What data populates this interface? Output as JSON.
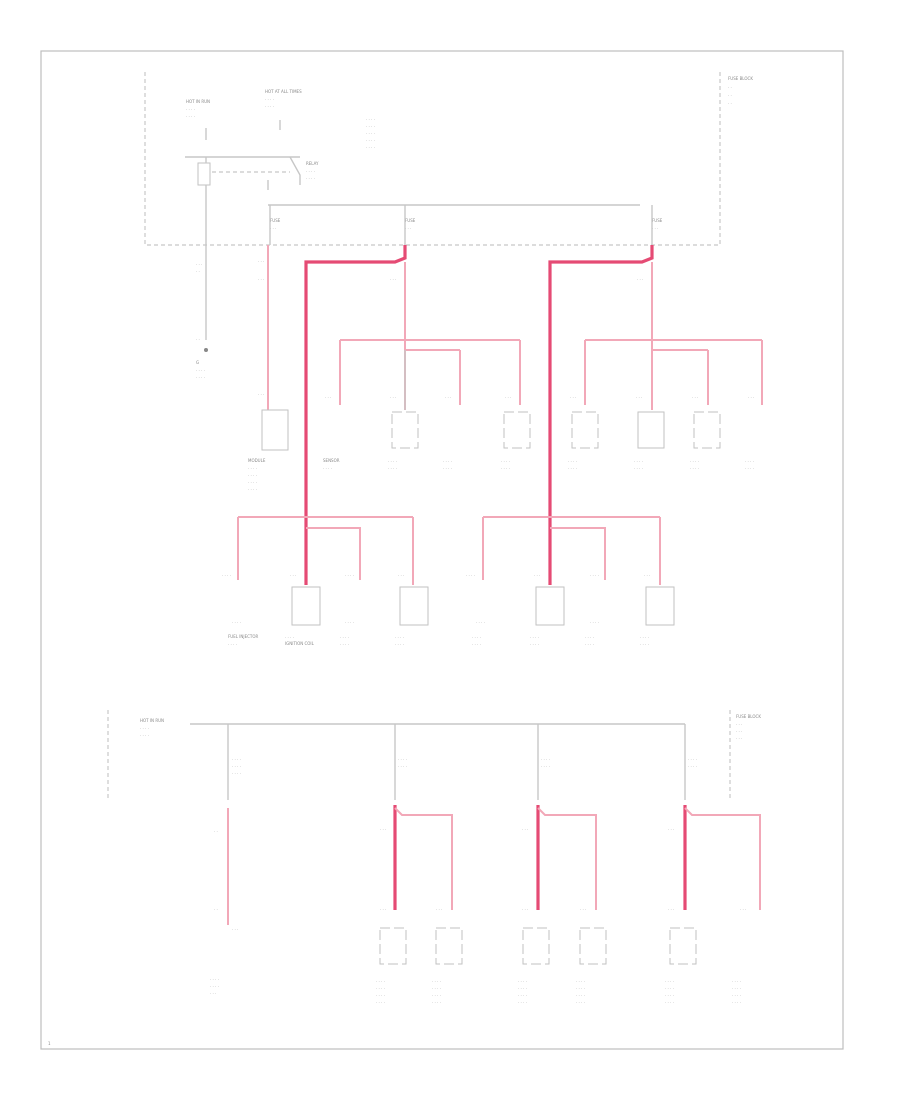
{
  "diagram": {
    "colors": {
      "wire_primary": "#e54b74",
      "wire_secondary": "#f2a8b8",
      "wire_gray": "#c7c7c7",
      "frame": "#bdbdbd"
    },
    "labels": {
      "top_right_block": "FUSE BLOCK",
      "feed_left": "HOT IN RUN",
      "feed_middle": "HOT AT ALL TIMES",
      "fuse_a": "FUSE",
      "fuse_b": "FUSE",
      "fuse_c": "FUSE",
      "ground": "G",
      "ctrl_module": "MODULE",
      "injector": "FUEL INJECTOR",
      "ignition_coil": "IGNITION COIL",
      "bottom_feed": "HOT IN RUN",
      "bottom_block": "FUSE BLOCK",
      "relay": "RELAY",
      "sensor": "SENSOR",
      "corner": "1"
    }
  }
}
